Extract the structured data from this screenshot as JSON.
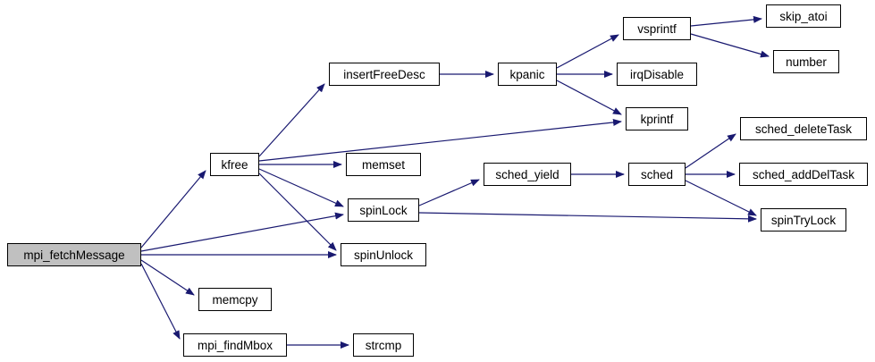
{
  "diagram": {
    "type": "call-graph",
    "root": "mpi_fetchMessage",
    "colors": {
      "edge": "#191970",
      "node_border": "#000000",
      "node_fill": "#ffffff",
      "root_fill": "#c0c0c0"
    },
    "nodes": {
      "mpi_fetchMessage": {
        "label": "mpi_fetchMessage",
        "highlighted": true
      },
      "kfree": {
        "label": "kfree"
      },
      "insertFreeDesc": {
        "label": "insertFreeDesc"
      },
      "kpanic": {
        "label": "kpanic"
      },
      "vsprintf": {
        "label": "vsprintf"
      },
      "skip_atoi": {
        "label": "skip_atoi"
      },
      "number": {
        "label": "number"
      },
      "irqDisable": {
        "label": "irqDisable"
      },
      "kprintf": {
        "label": "kprintf"
      },
      "memset": {
        "label": "memset"
      },
      "sched_yield": {
        "label": "sched_yield"
      },
      "sched": {
        "label": "sched"
      },
      "sched_deleteTask": {
        "label": "sched_deleteTask"
      },
      "sched_addDelTask": {
        "label": "sched_addDelTask"
      },
      "spinTryLock": {
        "label": "spinTryLock"
      },
      "spinLock": {
        "label": "spinLock"
      },
      "spinUnlock": {
        "label": "spinUnlock"
      },
      "memcpy": {
        "label": "memcpy"
      },
      "mpi_findMbox": {
        "label": "mpi_findMbox"
      },
      "strcmp": {
        "label": "strcmp"
      }
    },
    "edges": [
      {
        "from": "mpi_fetchMessage",
        "to": "kfree"
      },
      {
        "from": "mpi_fetchMessage",
        "to": "spinLock"
      },
      {
        "from": "mpi_fetchMessage",
        "to": "spinUnlock"
      },
      {
        "from": "mpi_fetchMessage",
        "to": "memcpy"
      },
      {
        "from": "mpi_fetchMessage",
        "to": "mpi_findMbox"
      },
      {
        "from": "kfree",
        "to": "insertFreeDesc"
      },
      {
        "from": "kfree",
        "to": "kprintf"
      },
      {
        "from": "kfree",
        "to": "memset"
      },
      {
        "from": "kfree",
        "to": "spinLock"
      },
      {
        "from": "kfree",
        "to": "spinUnlock"
      },
      {
        "from": "insertFreeDesc",
        "to": "kpanic"
      },
      {
        "from": "kpanic",
        "to": "vsprintf"
      },
      {
        "from": "kpanic",
        "to": "irqDisable"
      },
      {
        "from": "kpanic",
        "to": "kprintf"
      },
      {
        "from": "vsprintf",
        "to": "skip_atoi"
      },
      {
        "from": "vsprintf",
        "to": "number"
      },
      {
        "from": "spinLock",
        "to": "sched_yield"
      },
      {
        "from": "spinLock",
        "to": "spinTryLock"
      },
      {
        "from": "sched_yield",
        "to": "sched"
      },
      {
        "from": "sched",
        "to": "sched_deleteTask"
      },
      {
        "from": "sched",
        "to": "sched_addDelTask"
      },
      {
        "from": "sched",
        "to": "spinTryLock"
      },
      {
        "from": "mpi_findMbox",
        "to": "strcmp"
      }
    ]
  }
}
